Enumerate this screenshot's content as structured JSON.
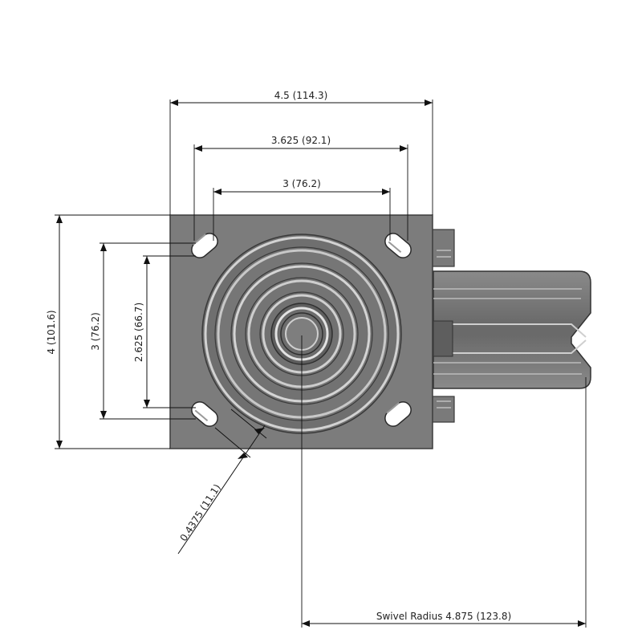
{
  "colors": {
    "plate": "#7c7c7c",
    "plate_edge": "#4a4a4a",
    "ring_light": "#d8d8d8",
    "ring_dark": "#3c3c3c",
    "wheel": "#6e6e6e",
    "wheel_light": "#a9a9a9",
    "lines": "#111111",
    "text": "#222222"
  },
  "dimensions": {
    "plate_width": "4.5 (114.3)",
    "outer_bolt_spacing_x": "3.625 (92.1)",
    "inner_bolt_spacing_x": "3 (76.2)",
    "plate_length": "4 (101.6)",
    "outer_bolt_spacing_y": "3 (76.2)",
    "inner_bolt_spacing_y": "2.625 (66.7)",
    "bolt_slot_width": "0.4375 (11.1)",
    "swivel_radius": "Swivel Radius 4.875 (123.8)"
  }
}
